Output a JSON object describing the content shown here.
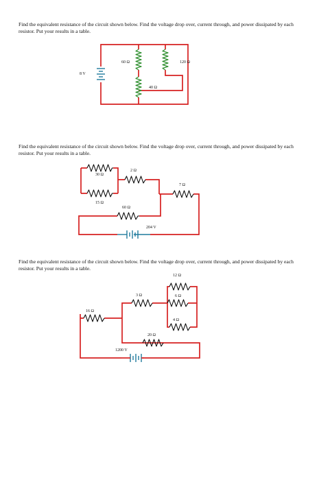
{
  "problems": [
    {
      "text": "Find the equivalent resistance of the circuit shown below. Find the voltage drop over, current through, and power dissipated by each resistor. Put your results in a table.",
      "battery": "8 V",
      "resistors": [
        "60 Ω",
        "120 Ω",
        "40 Ω"
      ]
    },
    {
      "text": "Find the equivalent resistance of the circuit shown below. Find the voltage drop over, current through, and power dissipated by each resistor. Put your results in a table.",
      "battery": "204 V",
      "resistors": [
        "30 Ω",
        "2 Ω",
        "15 Ω",
        "7 Ω",
        "60 Ω"
      ]
    },
    {
      "text": "Find the equivalent resistance of the circuit shown below. Find the voltage drop over, current through, and power dissipated by each resistor. Put your results in a table.",
      "battery": "1200 V",
      "resistors": [
        "12 Ω",
        "3 Ω",
        "6 Ω",
        "16 Ω",
        "4 Ω",
        "20 Ω"
      ]
    }
  ]
}
